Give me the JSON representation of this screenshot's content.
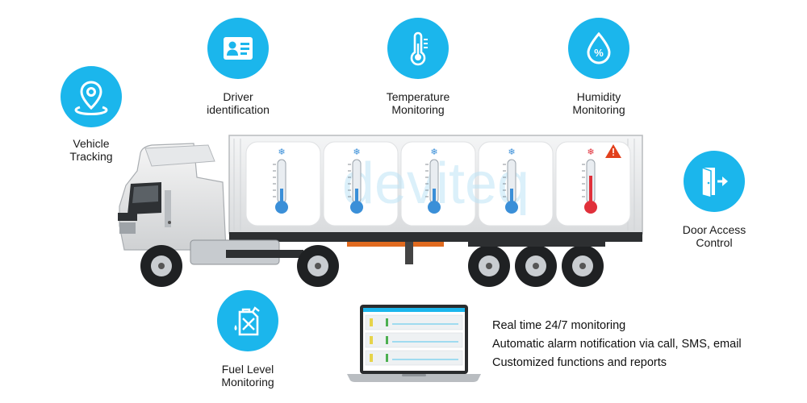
{
  "features": {
    "vehicle_tracking": {
      "line1": "Vehicle",
      "line2": "Tracking",
      "icon": "location-pin-icon"
    },
    "driver_identification": {
      "line1": "Driver",
      "line2": "identification",
      "icon": "id-card-icon"
    },
    "temperature_monitoring": {
      "line1": "Temperature",
      "line2": "Monitoring",
      "icon": "thermometer-icon"
    },
    "humidity_monitoring": {
      "line1": "Humidity",
      "line2": "Monitoring",
      "icon": "water-drop-icon",
      "symbol": "%"
    },
    "door_access_control": {
      "line1": "Door Access",
      "line2": "Control",
      "icon": "door-exit-icon"
    },
    "fuel_level_monitoring": {
      "line1": "Fuel Level",
      "line2": "Monitoring",
      "icon": "fuel-can-icon"
    }
  },
  "watermark": "deviteq",
  "benefits": [
    "Real time 24/7 monitoring",
    "Automatic alarm notification via call, SMS, email",
    "Customized functions and reports"
  ],
  "colors": {
    "accent": "#1bb6ec",
    "cold": "#3a8fd8",
    "alarm": "#e0303a",
    "warning": "#e2401c"
  }
}
